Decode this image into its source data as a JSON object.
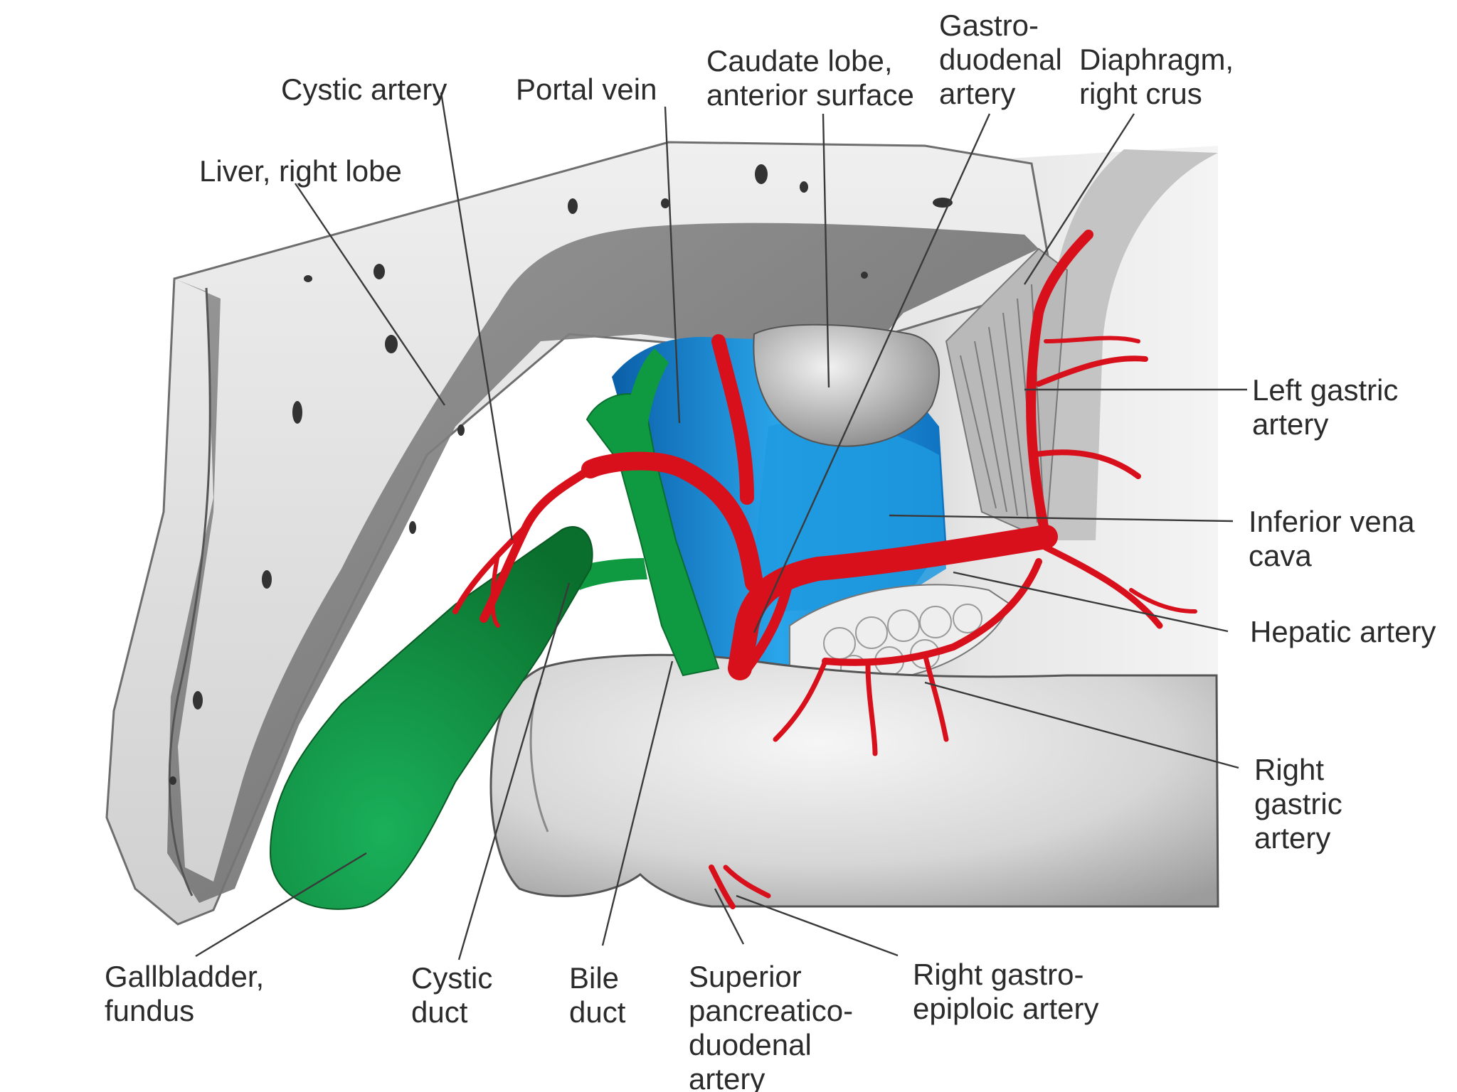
{
  "colors": {
    "artery": "#d8101c",
    "portal_vein": "#1a8ed8",
    "bile": "#0f9a42",
    "liver_surface": "#e2e2e2",
    "liver_cut": "#7a7a7a",
    "stomach": "#d9d9d9"
  },
  "labels": {
    "liver_right_lobe": "Liver, right lobe",
    "cystic_artery": "Cystic artery",
    "portal_vein": "Portal vein",
    "caudate_lobe_1": "Caudate lobe,",
    "caudate_lobe_2": "anterior surface",
    "gastroduodenal_1": "Gastro-",
    "gastroduodenal_2": "duodenal",
    "gastroduodenal_3": "artery",
    "diaphragm_1": "Diaphragm,",
    "diaphragm_2": "right crus",
    "left_gastric_1": "Left gastric",
    "left_gastric_2": "artery",
    "ivc_1": "Inferior vena",
    "ivc_2": "cava",
    "hepatic_artery": "Hepatic artery",
    "right_gastric_1": "Right",
    "right_gastric_2": "gastric",
    "right_gastric_3": "artery",
    "gallbladder_1": "Gallbladder,",
    "gallbladder_2": "fundus",
    "cystic_duct_1": "Cystic",
    "cystic_duct_2": "duct",
    "bile_duct_1": "Bile",
    "bile_duct_2": "duct",
    "sup_pancreatico_1": "Superior",
    "sup_pancreatico_2": "pancreatico-",
    "sup_pancreatico_3": "duodenal",
    "sup_pancreatico_4": "artery",
    "rgep_1": "Right gastro-",
    "rgep_2": "epiploic artery"
  }
}
